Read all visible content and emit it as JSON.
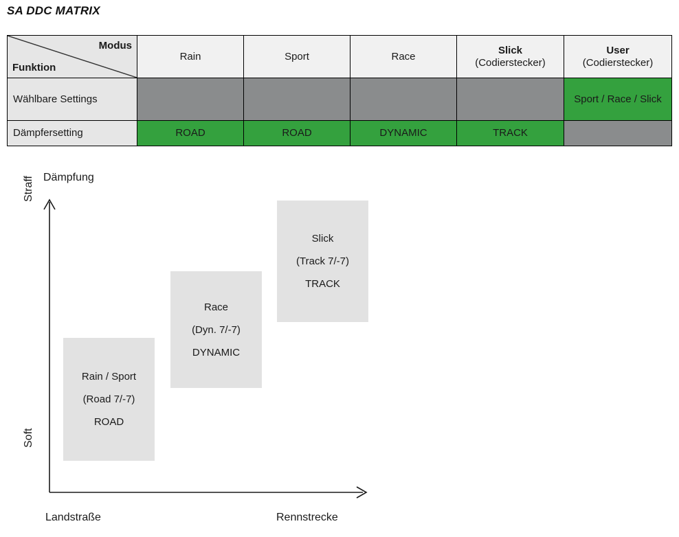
{
  "title": "SA DDC MATRIX",
  "table": {
    "corner": {
      "column_header": "Modus",
      "row_header": "Funktion"
    },
    "columns": [
      {
        "name": "Rain",
        "sub": ""
      },
      {
        "name": "Sport",
        "sub": ""
      },
      {
        "name": "Race",
        "sub": ""
      },
      {
        "name": "Slick",
        "sub": "(Codierstecker)"
      },
      {
        "name": "User",
        "sub": "(Codierstecker)"
      }
    ],
    "rows": [
      {
        "label": "Wählbare Settings",
        "cells": [
          {
            "text": "",
            "state": "gray"
          },
          {
            "text": "",
            "state": "gray"
          },
          {
            "text": "",
            "state": "gray"
          },
          {
            "text": "",
            "state": "gray"
          },
          {
            "text": "Sport / Race / Slick",
            "state": "green"
          }
        ]
      },
      {
        "label": "Dämpfersetting",
        "cells": [
          {
            "text": "ROAD",
            "state": "green"
          },
          {
            "text": "ROAD",
            "state": "green"
          },
          {
            "text": "DYNAMIC",
            "state": "green"
          },
          {
            "text": "TRACK",
            "state": "green"
          },
          {
            "text": "",
            "state": "gray"
          }
        ]
      }
    ]
  },
  "chart_data": {
    "type": "scatter",
    "title": "",
    "ylabel": "Dämpfung",
    "xlabel": "",
    "y_ticks": [
      "Soft",
      "Straff"
    ],
    "x_ticks": [
      "Landstraße",
      "Rennstrecke"
    ],
    "grid": false,
    "legend": "none",
    "boxes": [
      {
        "id": "rain-sport",
        "mode": "Rain / Sport",
        "setting": "(Road 7/-7)",
        "damper": "ROAD",
        "x_rank": 1,
        "y_rank": 1
      },
      {
        "id": "race",
        "mode": "Race",
        "setting": "(Dyn. 7/-7)",
        "damper": "DYNAMIC",
        "x_rank": 2,
        "y_rank": 2
      },
      {
        "id": "slick",
        "mode": "Slick",
        "setting": "(Track 7/-7)",
        "damper": "TRACK",
        "x_rank": 3,
        "y_rank": 3
      }
    ]
  },
  "colors": {
    "green": "#34a13e",
    "gray": "#8a8c8d",
    "header_bg": "#f1f1f1",
    "label_bg": "#e6e6e6",
    "box_bg": "#e2e2e2"
  }
}
